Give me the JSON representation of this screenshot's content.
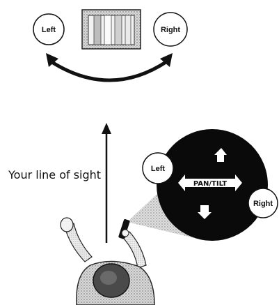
{
  "diagram": {
    "top": {
      "left_label": "Left",
      "right_label": "Right"
    },
    "bottom": {
      "line_of_sight_label": "Your line of sight",
      "left_label": "Left",
      "right_label": "Right",
      "pan_tilt_label": "PAN/TILT"
    }
  }
}
